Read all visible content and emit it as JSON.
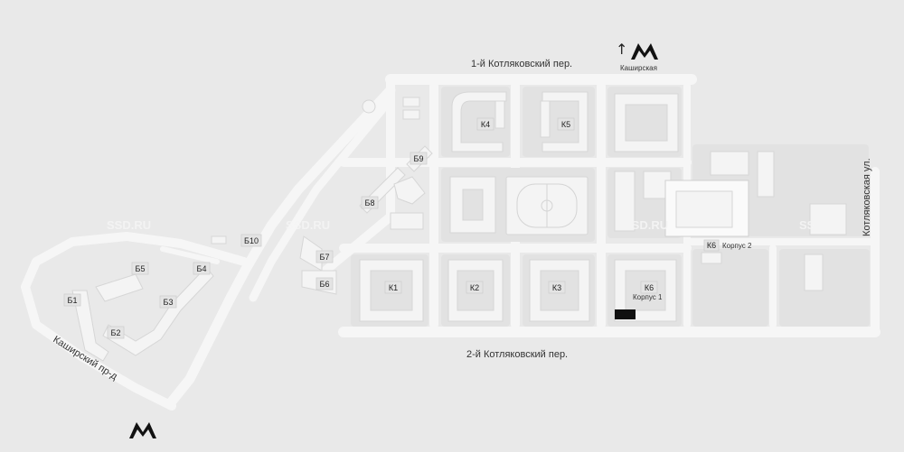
{
  "streets": {
    "top": "1-й Котляковский пер.",
    "bottom": "2-й Котляковский пер.",
    "right": "Котляковская ул.",
    "left": "Каширский пр-д"
  },
  "metro": {
    "station": "Каширская",
    "arrow": "↑",
    "symbol": "M",
    "icon": "metro-icon"
  },
  "buildings": {
    "k1": "К1",
    "k2": "К2",
    "k3": "К3",
    "k4": "К4",
    "k5": "К5",
    "k6": "К6",
    "k6b": "К6",
    "korpus1": "Корпус 1",
    "korpus2": "Корпус 2",
    "b1": "Б1",
    "b2": "Б2",
    "b3": "Б3",
    "b4": "Б4",
    "b5": "Б5",
    "b6": "Б6",
    "b7": "Б7",
    "b8": "Б8",
    "b9": "Б9",
    "b10": "Б10"
  },
  "watermark": "SSD.RU",
  "colors": {
    "background": "#e9e9e9",
    "road": "#f6f6f6",
    "highlight": "#111111"
  }
}
